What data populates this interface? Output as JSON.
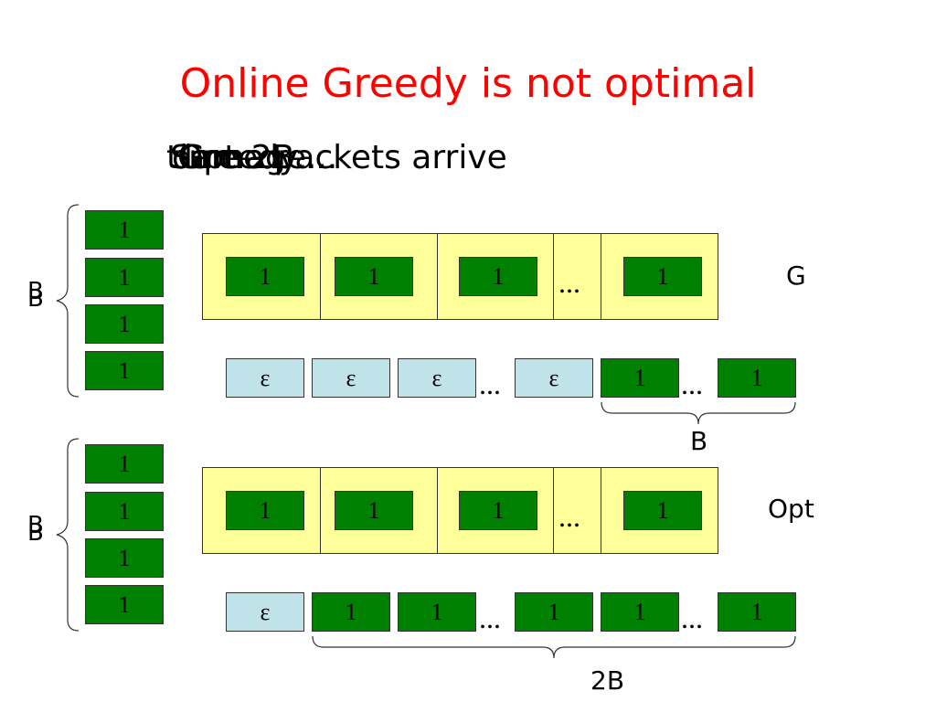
{
  "title": "Online Greedy is not optimal",
  "subtitle_layers": [
    "Same packets arrive",
    "Greedy",
    "Opt",
    "time 2B...",
    "damage..."
  ],
  "top_section": {
    "side_label_a": "B",
    "side_label_b": "B",
    "queue_values": [
      "1",
      "1",
      "1",
      "1"
    ],
    "buffer_cells": [
      "1",
      "1",
      "1",
      "...",
      "1"
    ],
    "row_label": "G",
    "stream": [
      "ε",
      "ε",
      "ε",
      "...",
      "ε",
      "1",
      "...",
      "1"
    ],
    "brace_label": "B"
  },
  "bottom_section": {
    "side_label_a": "B",
    "side_label_b": "B",
    "queue_values": [
      "1",
      "1",
      "1",
      "1"
    ],
    "buffer_cells": [
      "1",
      "1",
      "1",
      "...",
      "1"
    ],
    "row_label": "Opt",
    "stream": [
      "ε",
      "1",
      "1",
      "...",
      "1",
      "1",
      "...",
      "1"
    ],
    "brace_label": "2B"
  },
  "colors": {
    "title": "#ff0000",
    "packet": "#008000",
    "epsilon": "#bfe3e8",
    "buffer": "#ffff99"
  }
}
